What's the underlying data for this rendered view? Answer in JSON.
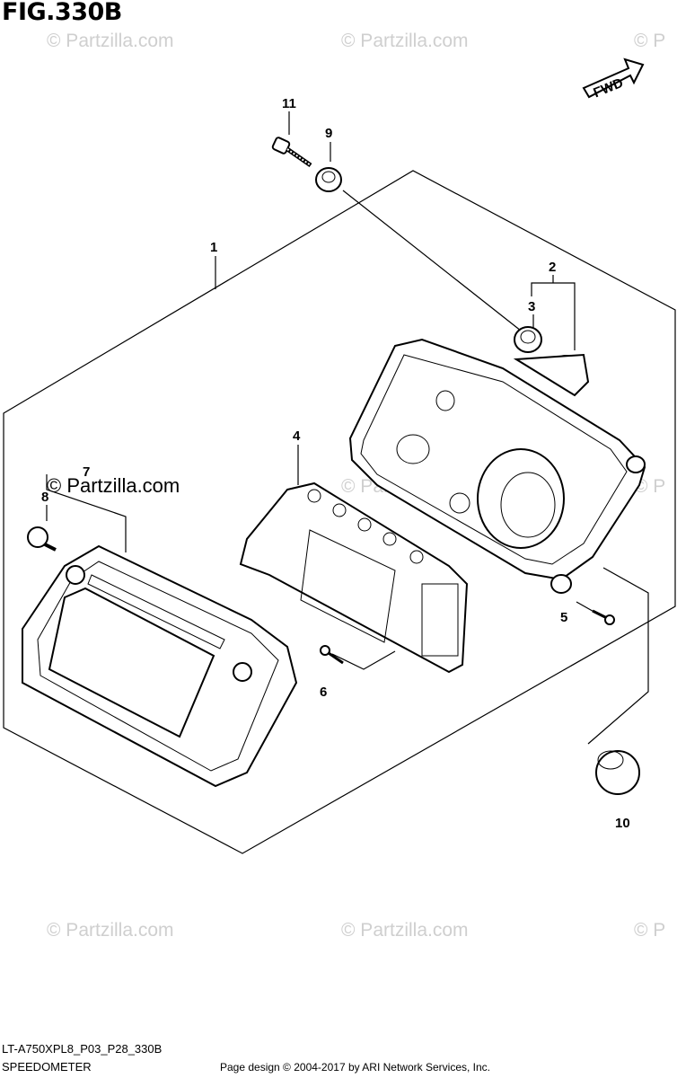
{
  "figure": {
    "title": "FIG.330B",
    "model_code": "LT-A750XPL8_P03_P28_330B",
    "section_name": "SPEEDOMETER"
  },
  "watermark": {
    "text": "© Partzilla.com",
    "partial": "© P"
  },
  "fwd_label": "FWD",
  "callouts": [
    "1",
    "2",
    "3",
    "4",
    "5",
    "6",
    "7",
    "8",
    "9",
    "10",
    "11"
  ],
  "footer": {
    "page_design": "Page design © 2004-2017 by ARI Network Services, Inc."
  }
}
